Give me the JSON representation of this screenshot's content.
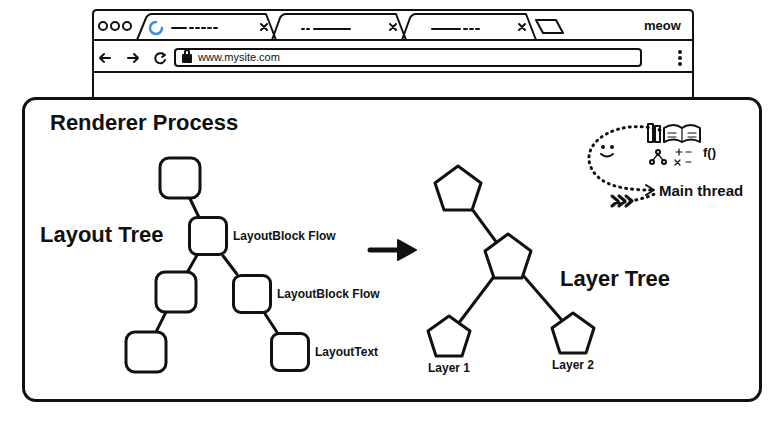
{
  "diagram": {
    "nodes": [
      {
        "text": [
          "Renderer Process"
        ]
      },
      {
        "text": [
          "LayoutBlock Flow"
        ],
        "in": 0
      },
      {
        "text": [
          "LayoutBlock Flow"
        ],
        "in": 0
      },
      {
        "text": [
          "LayoutText"
        ],
        "in": 0
      },
      {
        "text": [
          "Layer 1"
        ],
        "in": 0
      },
      {
        "text": [
          "Layer 2"
        ],
        "in": 0
      }
    ],
    "edges": [
      {
        "from": 1,
        "to": 2,
        "arrow": "none"
      },
      {
        "from": 2,
        "to": 3,
        "arrow": "none"
      }
    ],
    "labels": [
      "meow",
      "www.mysite.com",
      "Layout Tree",
      "Layer Tree",
      "Main thread",
      "f()"
    ]
  }
}
